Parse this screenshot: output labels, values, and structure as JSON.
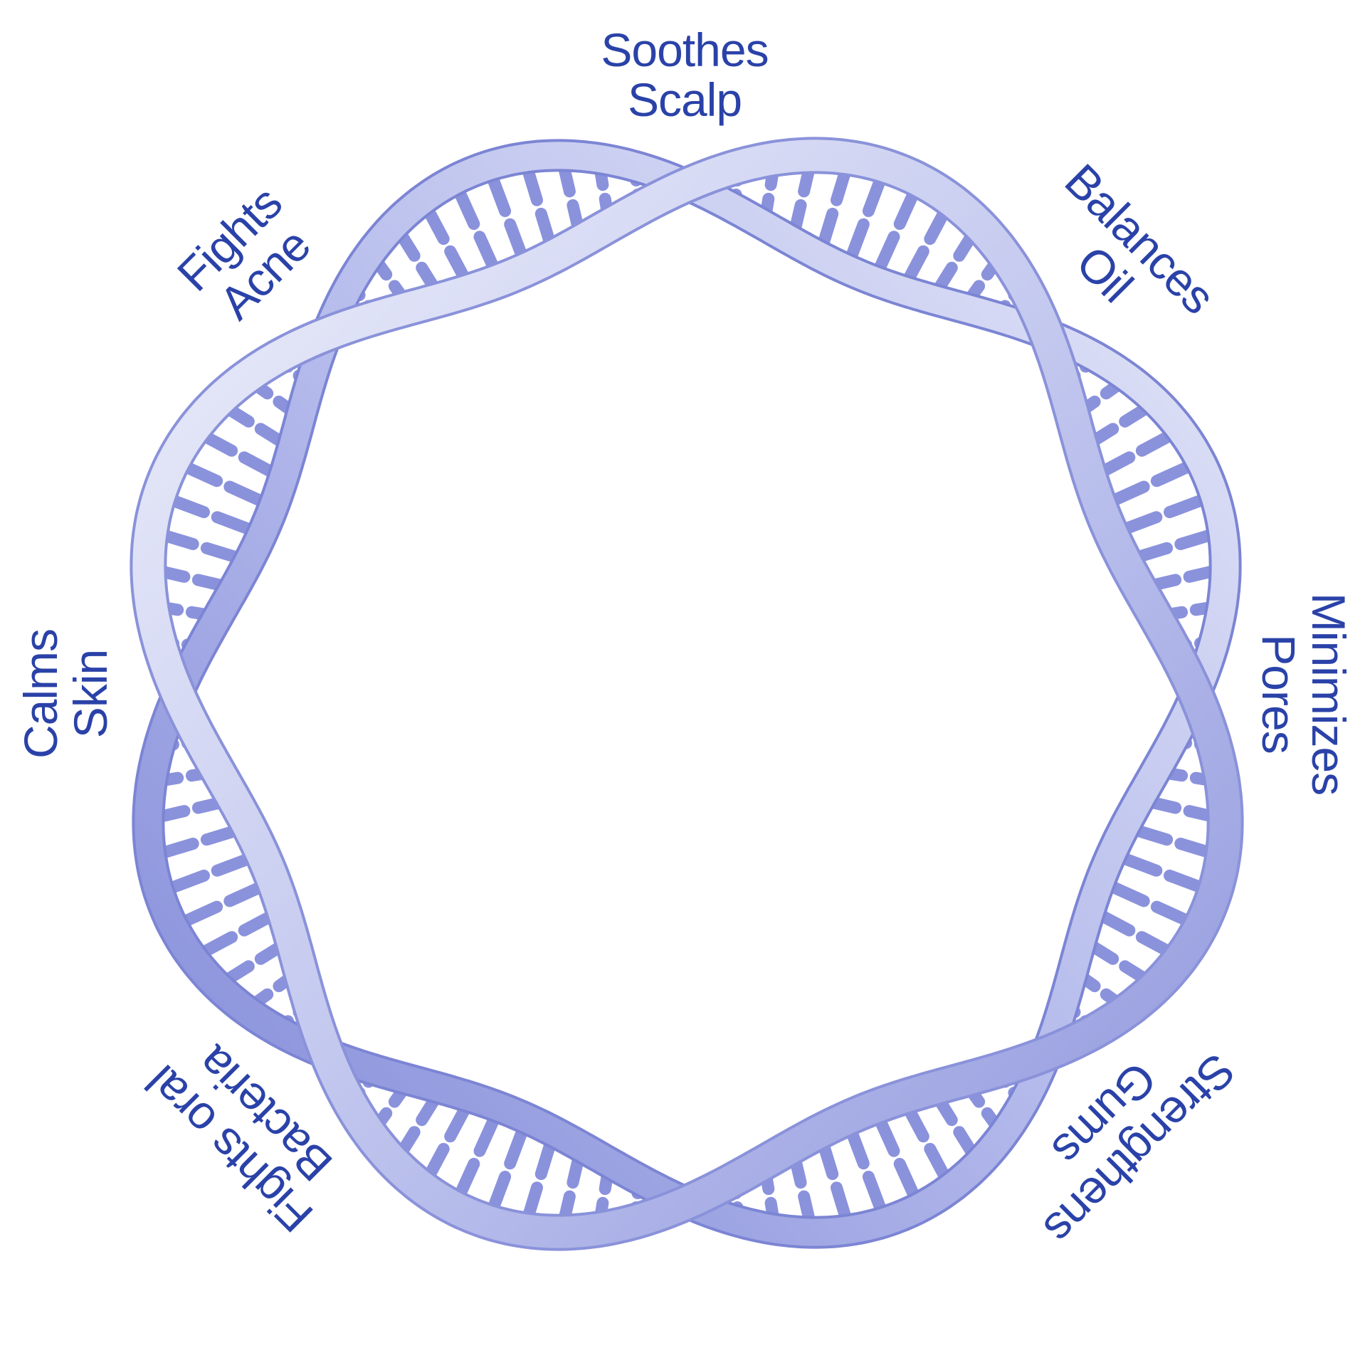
{
  "colors": {
    "text": "#2a42a8",
    "strand_light": "#e4e6f6",
    "strand_mid": "#aeb4e8",
    "strand_dark": "#7a83d6",
    "rung": "#8a92dc"
  },
  "image": {
    "subject": "dna-ring-icon"
  },
  "labels": [
    {
      "line1": "Soothes",
      "line2": "Scalp",
      "angle": 0
    },
    {
      "line1": "Balances",
      "line2": "Oil",
      "angle": 45
    },
    {
      "line1": "Minimizes",
      "line2": "Pores",
      "angle": 90
    },
    {
      "line1": "Strengthens",
      "line2": "Gums",
      "angle": 135
    },
    {
      "line1": "Fights oral",
      "line2": "Bacteria",
      "angle": 225
    },
    {
      "line1": "Calms",
      "line2": "Skin",
      "angle": 270
    },
    {
      "line1": "Fights",
      "line2": "Acne",
      "angle": 315
    }
  ]
}
